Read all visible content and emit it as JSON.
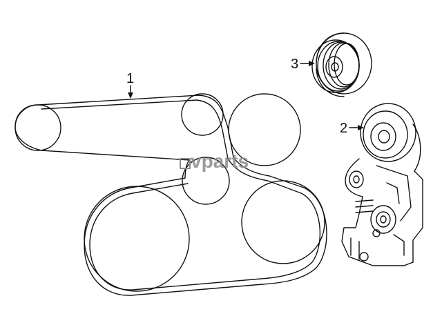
{
  "diagram": {
    "callouts": [
      {
        "label": "1",
        "part": "serpentine-belt"
      },
      {
        "label": "2",
        "part": "belt-tensioner"
      },
      {
        "label": "3",
        "part": "idler-pulley"
      }
    ],
    "watermark": "vparts",
    "line_color": "#111111",
    "background": "#ffffff"
  }
}
